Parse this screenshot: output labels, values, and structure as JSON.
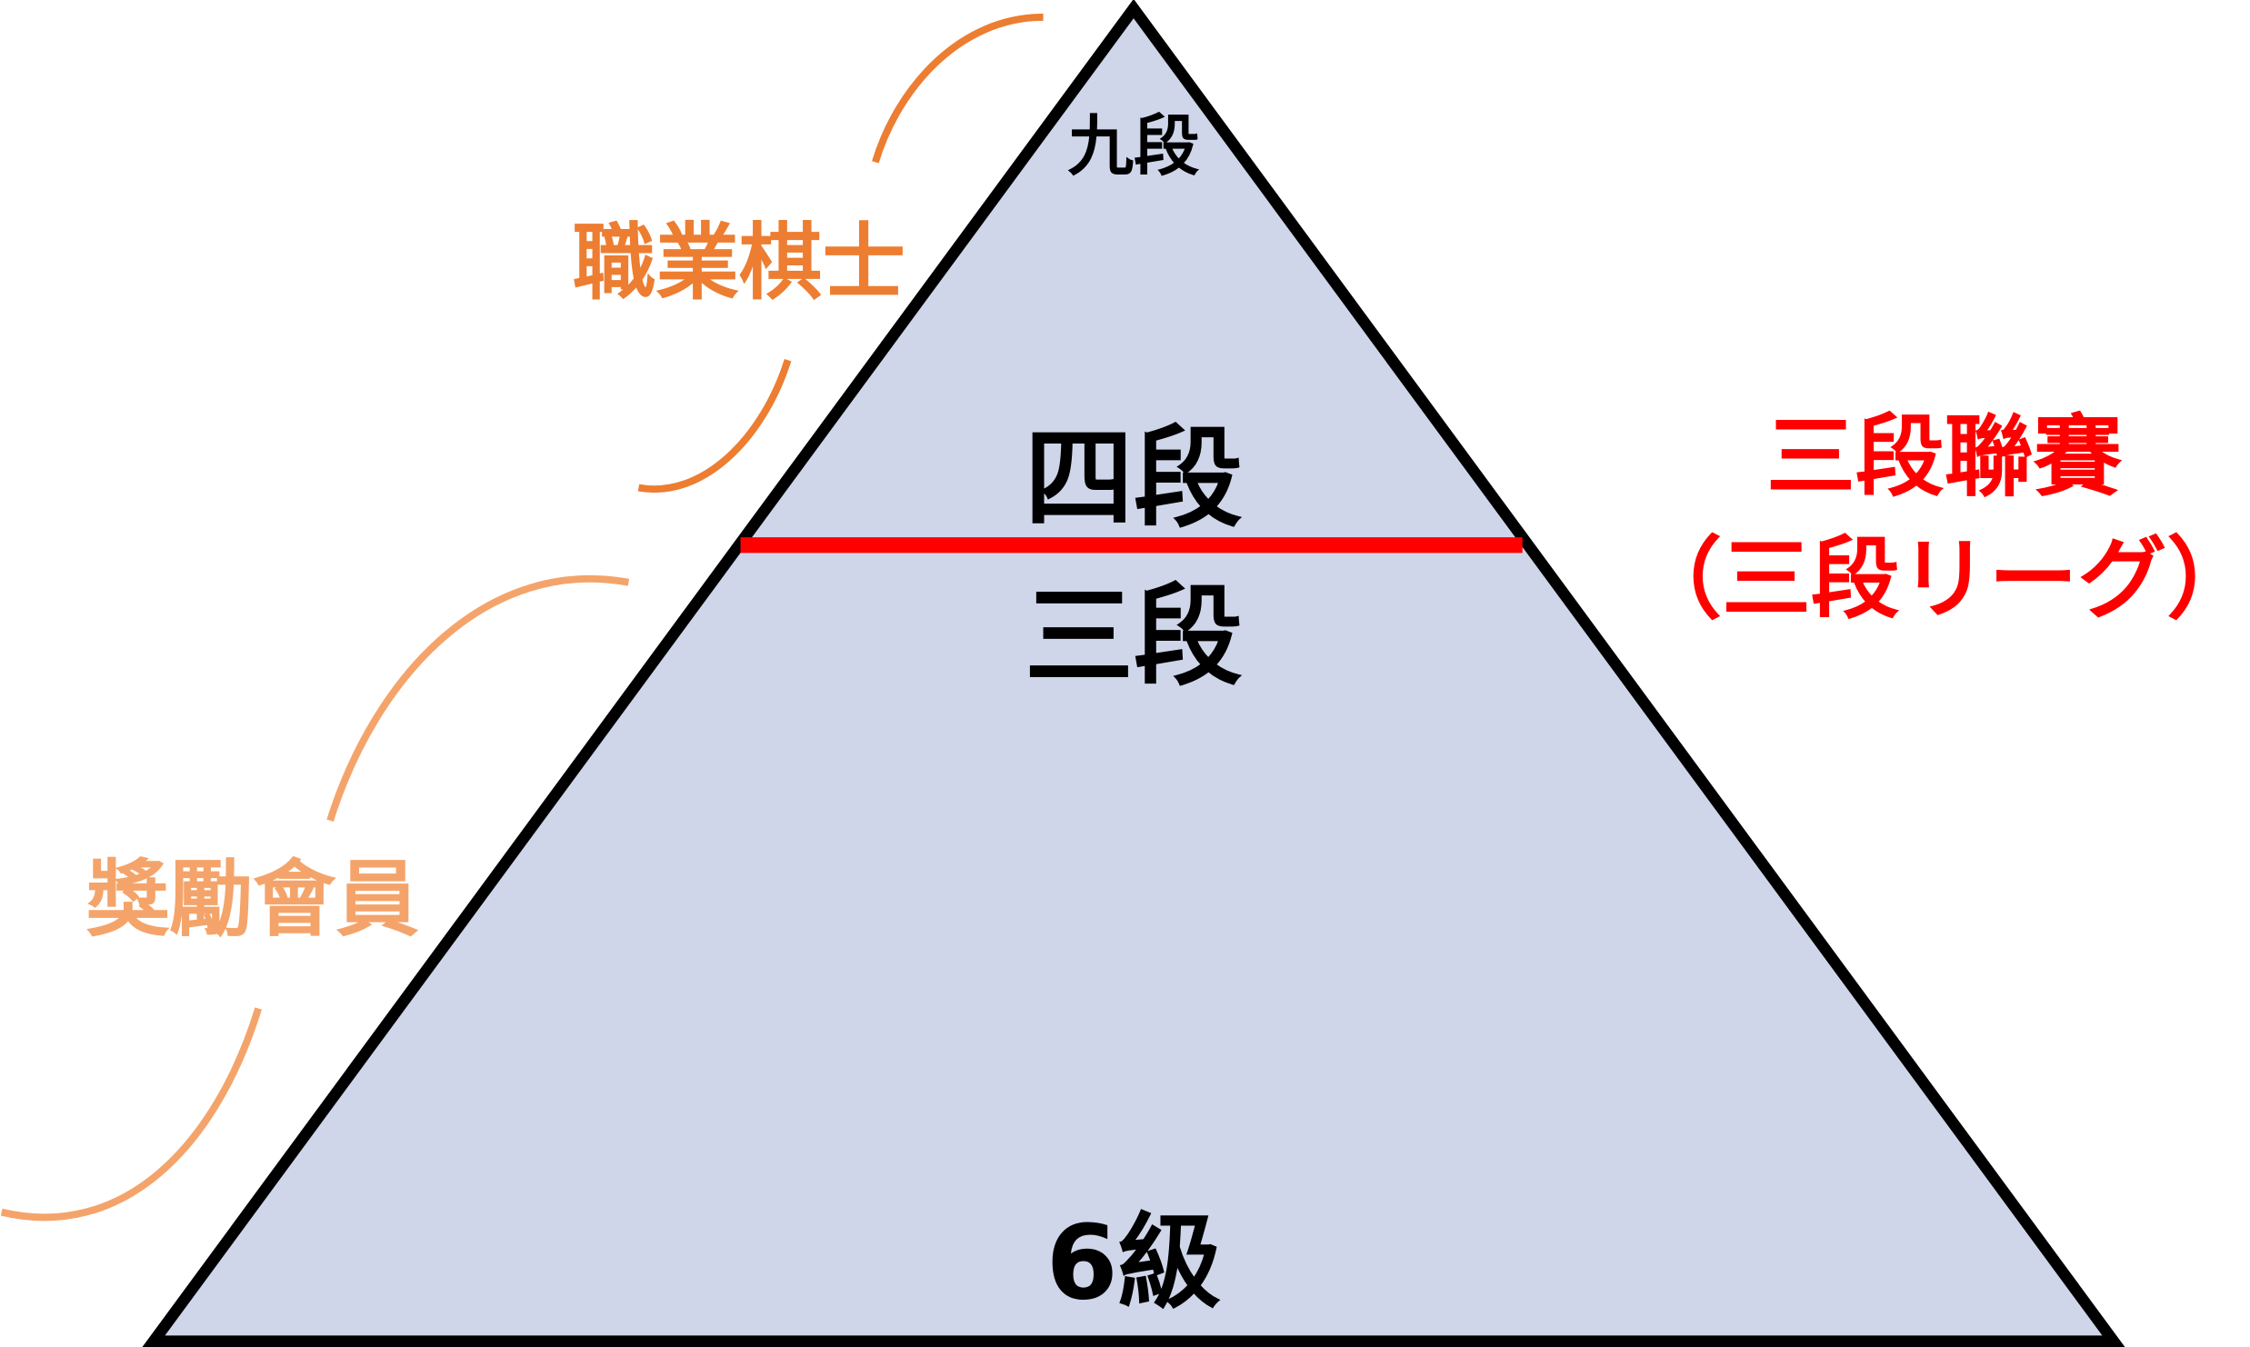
{
  "pyramid": {
    "top_label": "九段",
    "upper_label": "四段",
    "lower_label": "三段",
    "bottom_label": "6級",
    "fill_color": "#cfd6ea",
    "divider_color": "#ff0000"
  },
  "brackets": {
    "professional": {
      "label": "職業棋士",
      "color": "#ed7d31"
    },
    "apprentice": {
      "label": "獎勵會員",
      "color": "#f4a46a"
    }
  },
  "league": {
    "title": "三段聯賽",
    "subtitle": "（三段リーグ）",
    "color": "#ff0000"
  }
}
